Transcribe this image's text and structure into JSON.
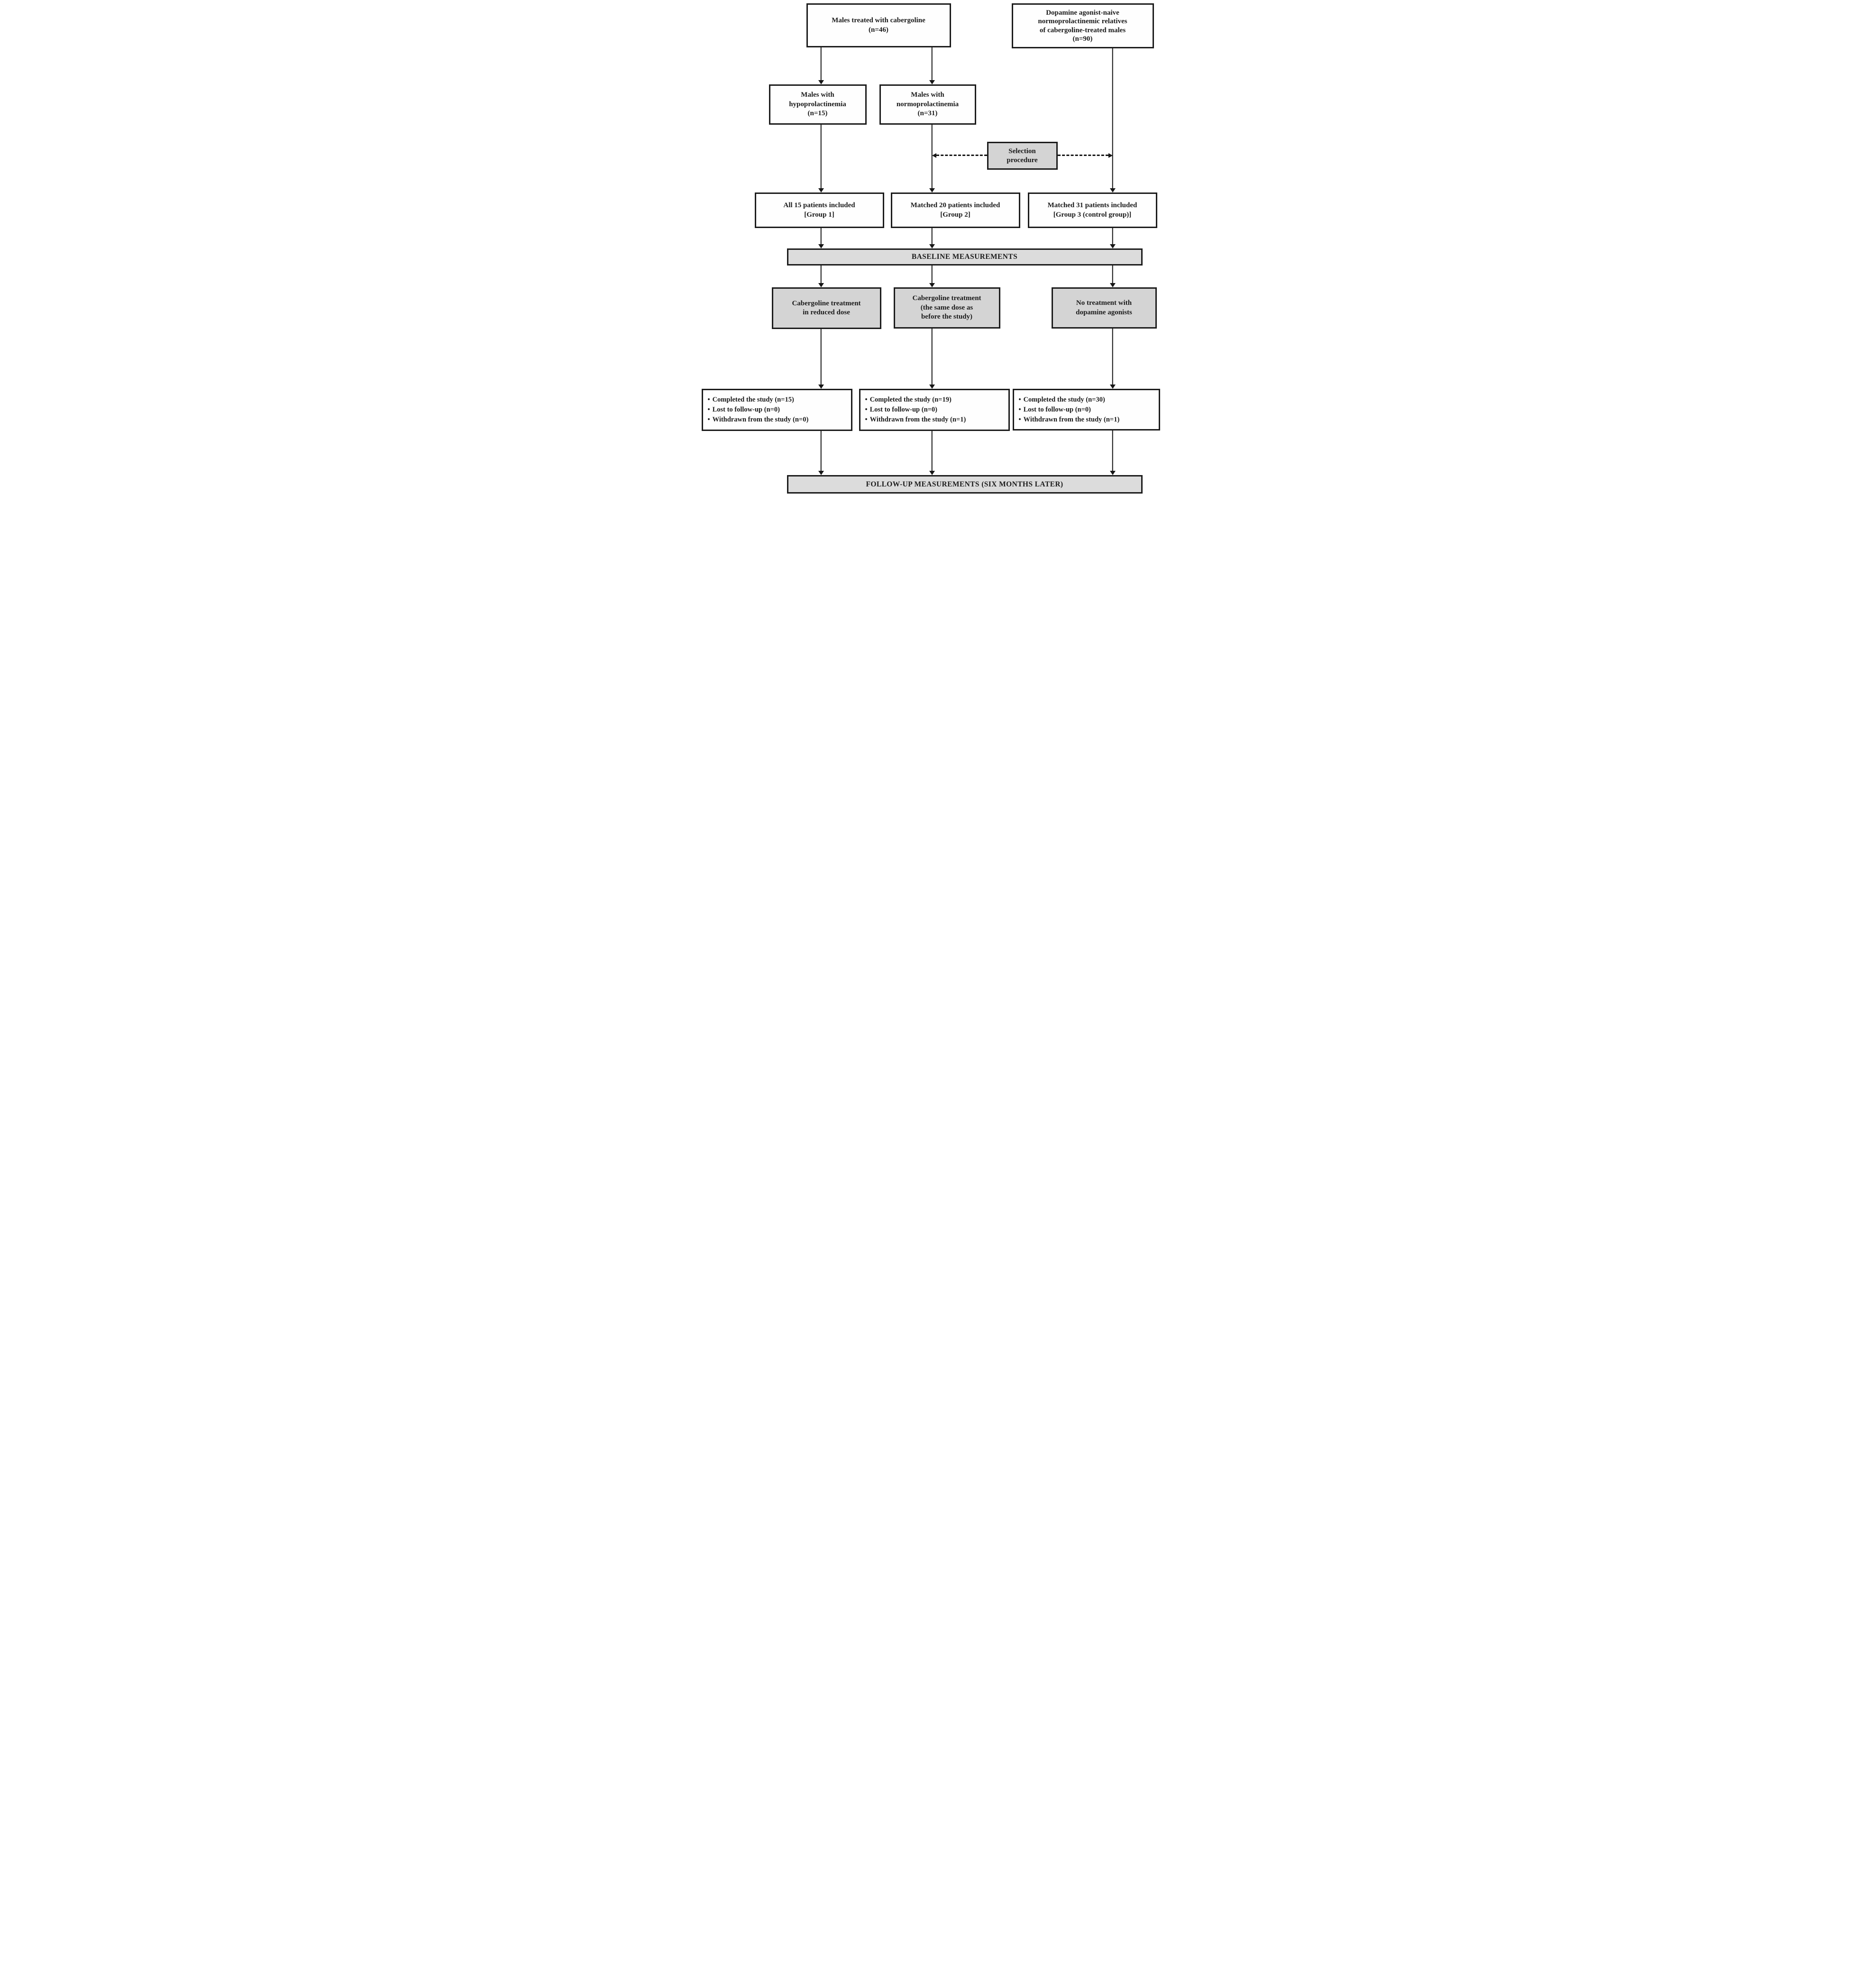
{
  "figure": {
    "type": "study-flow-diagram",
    "colors": {
      "box_border": "#1c1c1c",
      "white_box_fill": "#fefefe",
      "gray_box_fill": "#d4d4d4",
      "bar_fill": "#dcdcdc",
      "arrow": "#161616",
      "text": "#1b1b1b"
    },
    "bullet": "•",
    "nodes": {
      "treated_males": {
        "lines": [
          "Males treated with cabergoline",
          "(n=46)"
        ]
      },
      "relatives": {
        "lines": [
          "Dopamine agonist-naive",
          "normoprolactinemic relatives",
          "of cabergoline-treated males",
          "(n=90)"
        ]
      },
      "hypoprolactinemia": {
        "lines": [
          "Males with",
          "hypoprolactinemia",
          "(n=15)"
        ]
      },
      "normoprolactinemia": {
        "lines": [
          "Males with",
          "normoprolactinemia",
          "(n=31)"
        ]
      },
      "selection": {
        "lines": [
          "Selection",
          "procedure"
        ]
      },
      "group1": {
        "lines": [
          "All 15 patients included",
          "[Group 1]"
        ]
      },
      "group2": {
        "lines": [
          "Matched 20 patients included",
          "[Group 2]"
        ]
      },
      "group3": {
        "lines": [
          "Matched 31 patients included",
          "[Group 3 (control group)]"
        ]
      },
      "baseline_bar": "BASELINE MEASUREMENTS",
      "treatment1": {
        "lines": [
          "Cabergoline treatment",
          "in reduced dose"
        ]
      },
      "treatment2": {
        "lines": [
          "Cabergoline treatment",
          "(the same dose as",
          "before the study)"
        ]
      },
      "treatment3": {
        "lines": [
          "No treatment with",
          "dopamine agonists"
        ]
      },
      "outcome1": {
        "items": [
          "Completed the study (n=15)",
          "Lost to follow-up (n=0)",
          "Withdrawn from the study (n=0)"
        ]
      },
      "outcome2": {
        "items": [
          "Completed the study (n=19)",
          "Lost to follow-up (n=0)",
          "Withdrawn from the study (n=1)"
        ]
      },
      "outcome3": {
        "items": [
          "Completed the study (n=30)",
          "Lost to follow-up (n=0)",
          "Withdrawn from the study (n=1)"
        ]
      },
      "followup_bar": "FOLLOW-UP MEASUREMENTS (SIX MONTHS LATER)"
    }
  }
}
